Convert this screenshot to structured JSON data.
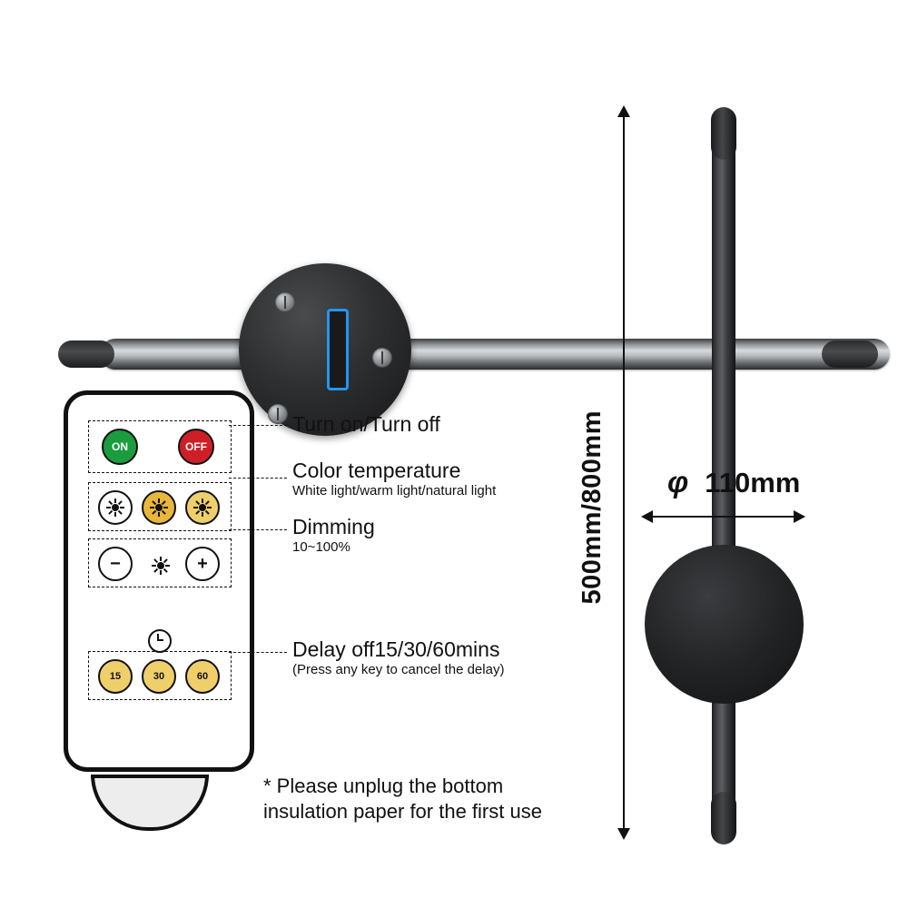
{
  "product": {
    "top_view_name": "wall-lamp-horizontal-view",
    "side_view_name": "wall-lamp-vertical-view"
  },
  "dimensions": {
    "height_label": "500mm/800mm",
    "diameter_symbol": "φ",
    "diameter_value": "110mm"
  },
  "remote": {
    "buttons": {
      "on": "ON",
      "off": "OFF",
      "dim_minus": "−",
      "dim_plus": "+",
      "timer_15": "15",
      "timer_30": "30",
      "timer_60": "60"
    },
    "icons": {
      "color_temp_white": "sun-icon-white",
      "color_temp_warm": "sun-icon-warm",
      "color_temp_natural": "sun-icon-natural",
      "brightness": "brightness-icon",
      "clock": "clock-icon"
    }
  },
  "callouts": [
    {
      "title": "Turn on/Turn off",
      "sub": ""
    },
    {
      "title": "Color temperature",
      "sub": "White light/warm light/natural light"
    },
    {
      "title": "Dimming",
      "sub": "10~100%"
    },
    {
      "title": "Delay off15/30/60mins",
      "sub": "(Press any key to cancel the delay)"
    }
  ],
  "note": {
    "line1": "* Please unplug the bottom",
    "line2": "insulation paper for the first use"
  }
}
